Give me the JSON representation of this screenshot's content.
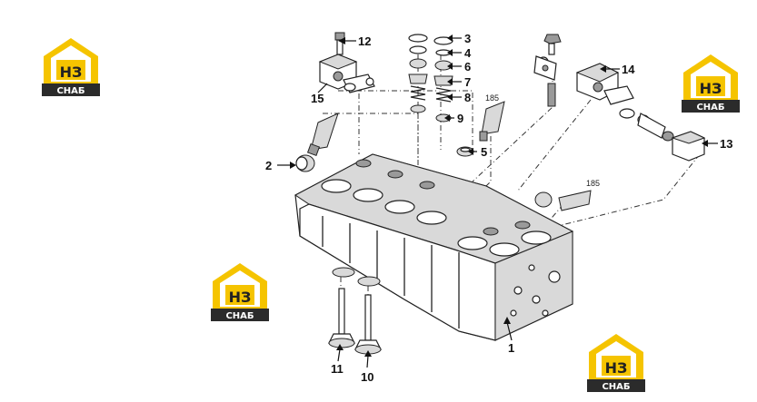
{
  "logo": {
    "letters": "НЗ",
    "caption": "СНАБ",
    "colors": {
      "yellow": "#f5c400",
      "dark": "#2b2b2b",
      "white": "#ffffff"
    }
  },
  "labels": {
    "p1": "1",
    "p2": "2",
    "p3": "3",
    "p4": "4",
    "p5": "5",
    "p6": "6",
    "p7": "7",
    "p8": "8",
    "p9": "9",
    "p10": "10",
    "p11": "11",
    "p12": "12",
    "p13": "13",
    "p14": "14",
    "p15": "15",
    "ref185a": "185",
    "ref185b": "185"
  }
}
